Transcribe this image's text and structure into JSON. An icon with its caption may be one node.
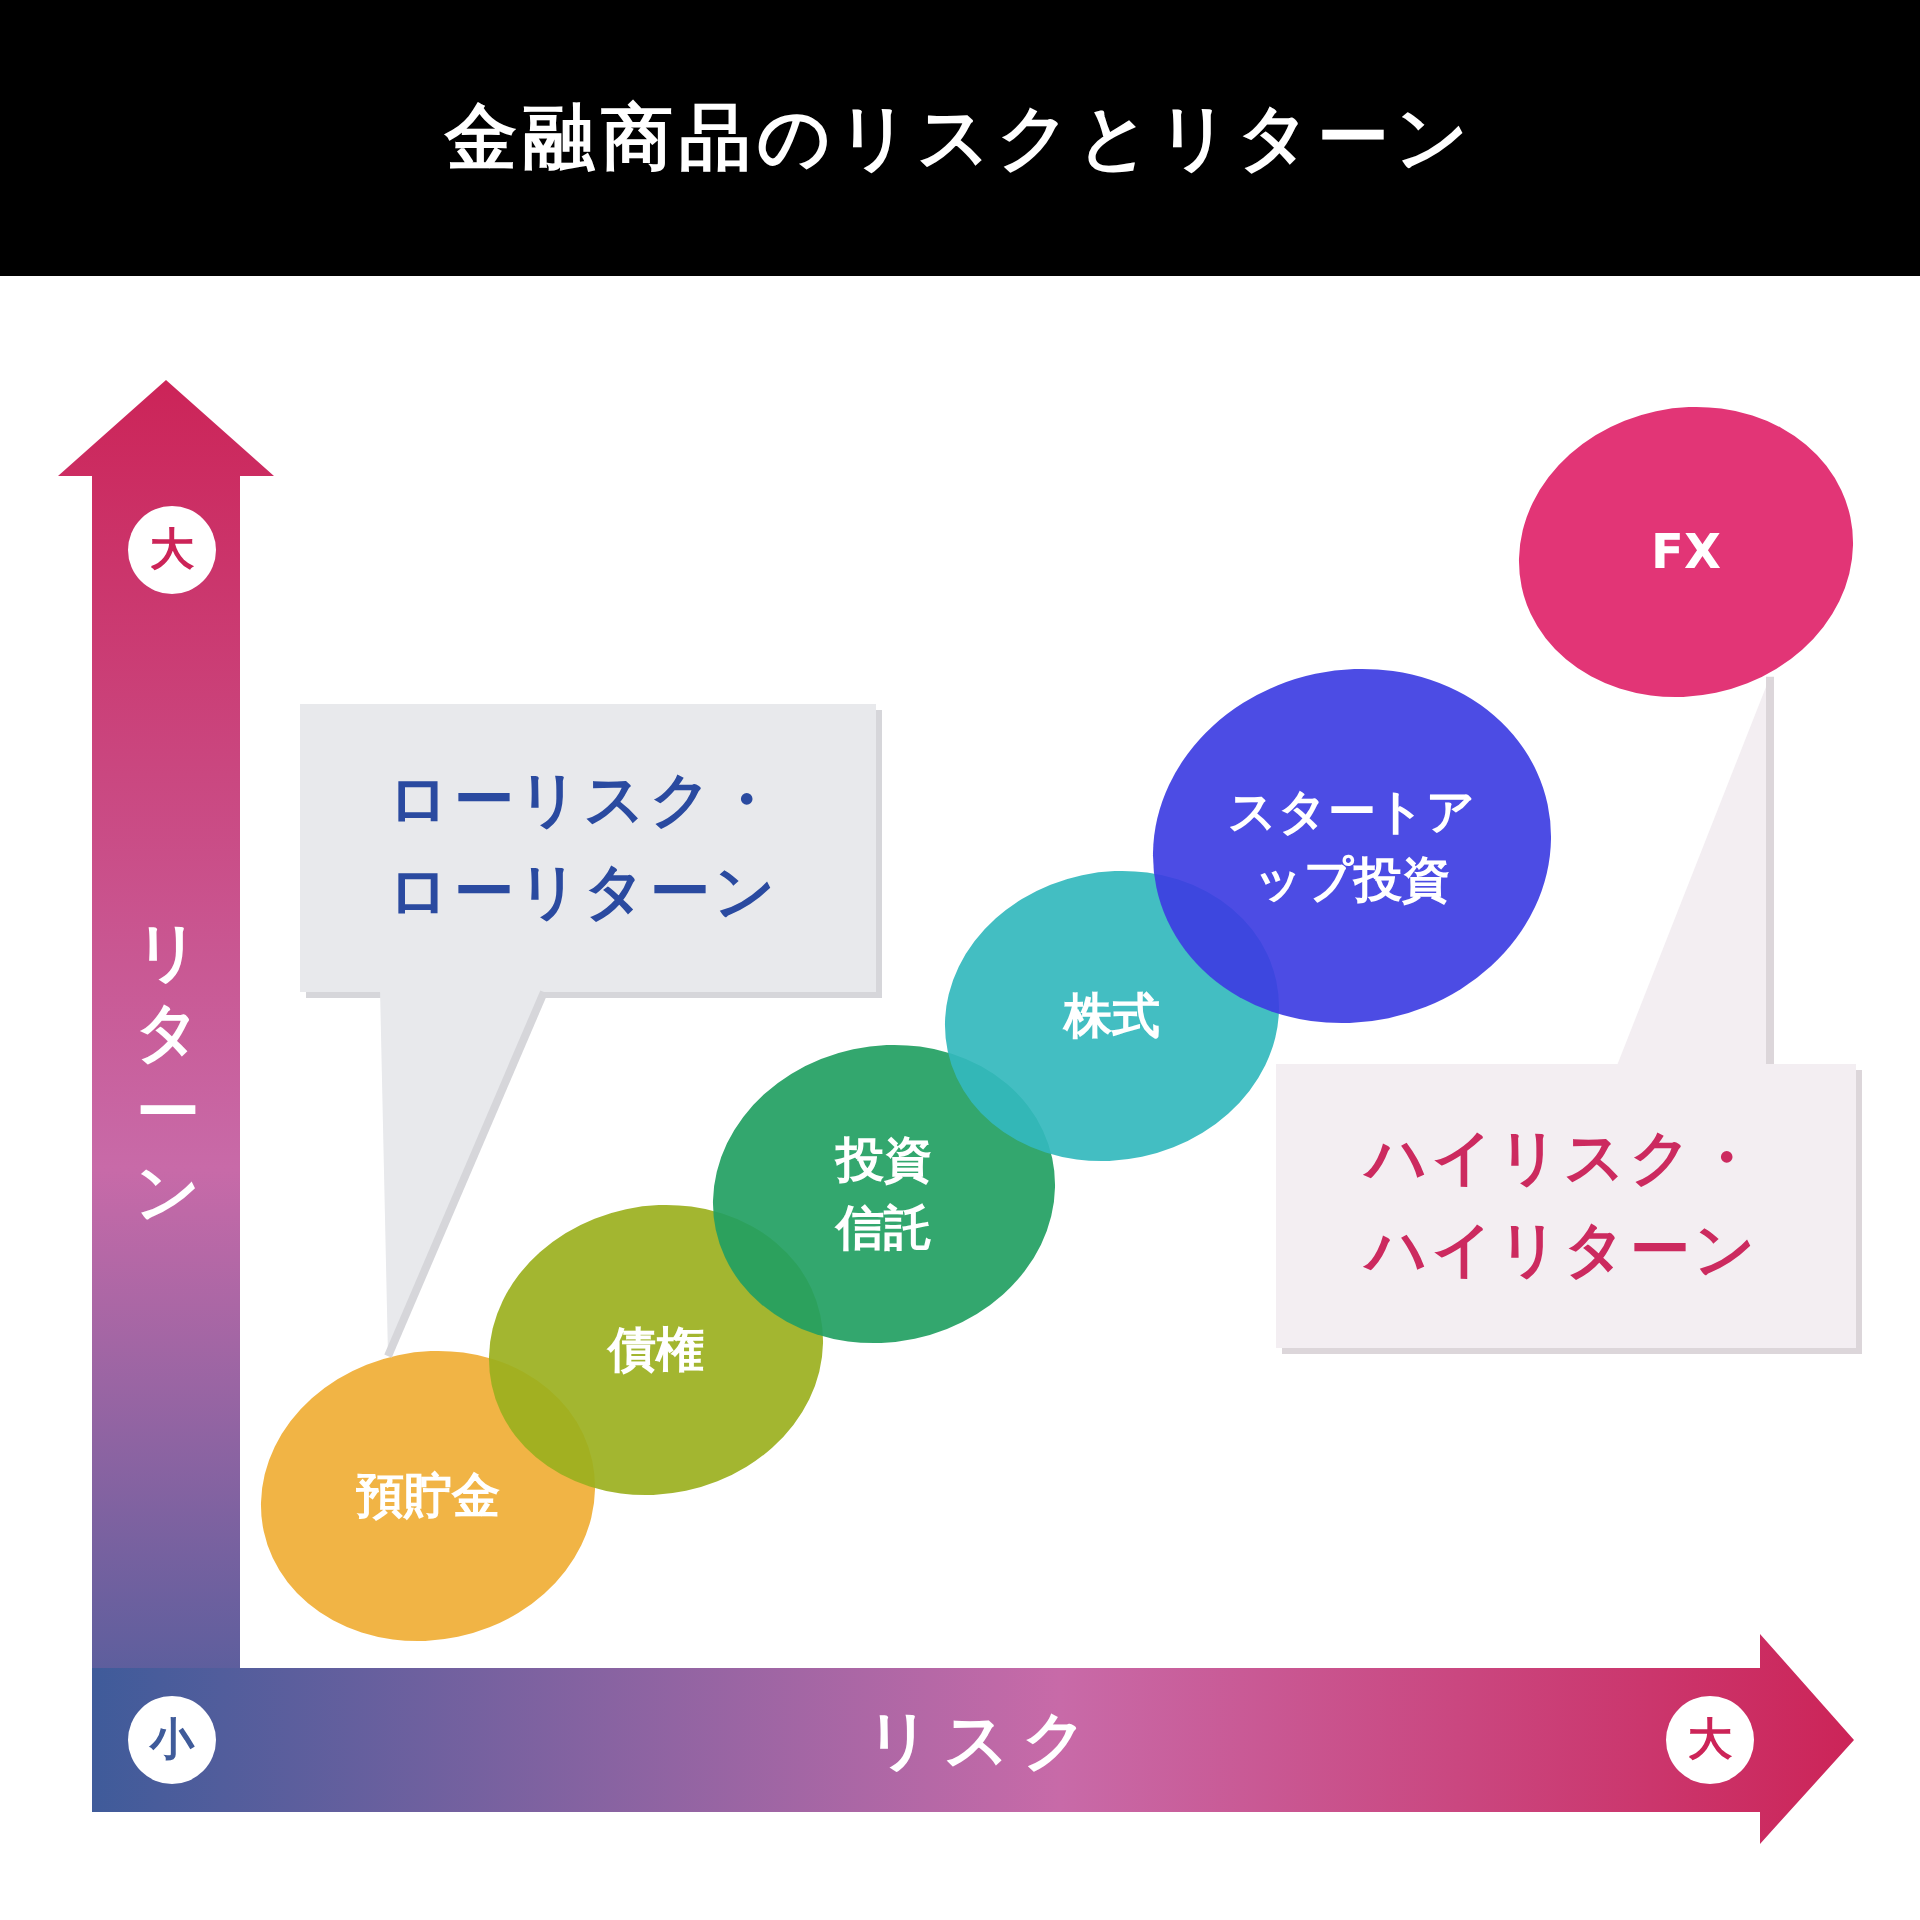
{
  "diagram": {
    "title": "金融商品のリスクとリターン",
    "nodes": [
      {
        "text": [
          "預貯金"
        ]
      },
      {
        "text": [
          "債権"
        ]
      },
      {
        "text": [
          "投資信託"
        ]
      },
      {
        "text": [
          "株式"
        ]
      },
      {
        "text": [
          "スタートアップ投資"
        ]
      },
      {
        "text": [
          "FX"
        ]
      },
      {
        "text": [
          "ローリスク・ローリターン"
        ]
      },
      {
        "text": [
          "ハイリスク・ハイリターン"
        ]
      }
    ],
    "edges": [
      {
        "from": 6,
        "to": 0,
        "arrow": "none"
      },
      {
        "from": 7,
        "to": 5,
        "arrow": "none"
      }
    ],
    "labels": [
      "大",
      "リターン",
      "小",
      "リスク",
      "大"
    ]
  }
}
